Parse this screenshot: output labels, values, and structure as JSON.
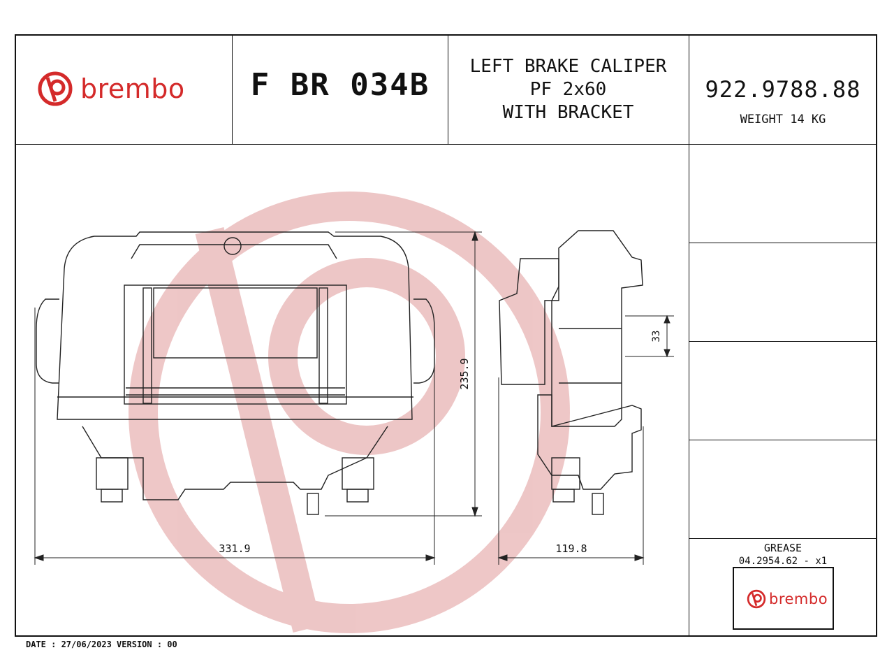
{
  "brand": {
    "name": "brembo",
    "color": "#d42a2a"
  },
  "product": {
    "code": "F BR 034B",
    "description": [
      "LEFT BRAKE CALIPER",
      "PF 2x60",
      "WITH BRACKET"
    ],
    "part_number": "922.9788.88",
    "weight": "WEIGHT 14 KG"
  },
  "dimensions": {
    "width_front": "331.9",
    "height": "235.9",
    "width_side": "119.8",
    "offset": "33"
  },
  "grease": {
    "title": "GREASE",
    "code": "04.2954.62 - x1",
    "logo_text": "brembo"
  },
  "footer": {
    "text": "DATE : 27/06/2023 VERSION : 00"
  },
  "watermark": {
    "name": "brembo-symbol-watermark",
    "color": "#e8b4b4"
  }
}
